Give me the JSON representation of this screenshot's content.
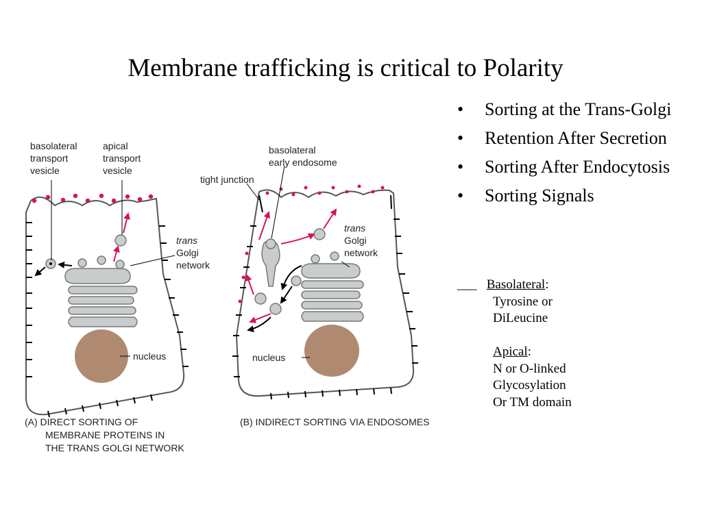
{
  "slide": {
    "title": "Membrane trafficking is critical to Polarity"
  },
  "bullets": [
    {
      "text": "Sorting at the Trans-Golgi"
    },
    {
      "text": "Retention After Secretion"
    },
    {
      "text": "Sorting After Endocytosis"
    },
    {
      "text": "Sorting Signals"
    }
  ],
  "signals": {
    "marker": "___",
    "basolateral_label": "Basolateral",
    "basolateral_lines": [
      "Tyrosine or",
      "DiLeucine"
    ],
    "apical_label": "Apical",
    "apical_lines": [
      "N or O-linked",
      "Glycosylation",
      "Or TM domain"
    ],
    "colon": ":"
  },
  "figure": {
    "panel_a": {
      "label_basolateral_vesicle": [
        "basolateral",
        "transport",
        "vesicle"
      ],
      "label_apical_vesicle": [
        "apical",
        "transport",
        "vesicle"
      ],
      "label_tgn": [
        "trans",
        "Golgi",
        "network"
      ],
      "label_nucleus": "nucleus",
      "caption": [
        "(A)  DIRECT SORTING OF",
        "MEMBRANE PROTEINS IN",
        "THE TRANS GOLGI NETWORK"
      ]
    },
    "panel_b": {
      "label_tight_junction": "tight junction",
      "label_endosome": [
        "basolateral",
        "early endosome"
      ],
      "label_tgn": [
        "trans",
        "Golgi",
        "network"
      ],
      "label_nucleus": "nucleus",
      "caption": "(B)  INDIRECT SORTING VIA ENDOSOMES"
    },
    "colors": {
      "protein_red": "#d4145a",
      "nucleus": "#b08a70",
      "golgi": "#c9cccc",
      "membrane": "#444444"
    }
  }
}
